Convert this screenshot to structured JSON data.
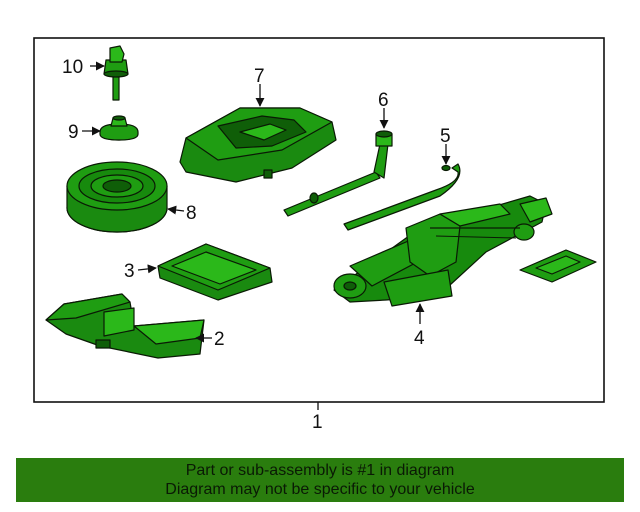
{
  "callouts": {
    "c1": "1",
    "c2": "2",
    "c3": "3",
    "c4": "4",
    "c5": "5",
    "c6": "6",
    "c7": "7",
    "c8": "8",
    "c9": "9",
    "c10": "10"
  },
  "banner": {
    "line1": "Part or sub-assembly is #1 in diagram",
    "line2": "Diagram may not be specific to your vehicle"
  },
  "colors": {
    "part_fill": "#1f9d12",
    "part_dark": "#0f5e08",
    "outline": "#0a1a05",
    "banner_bg": "#2a7d0e"
  }
}
